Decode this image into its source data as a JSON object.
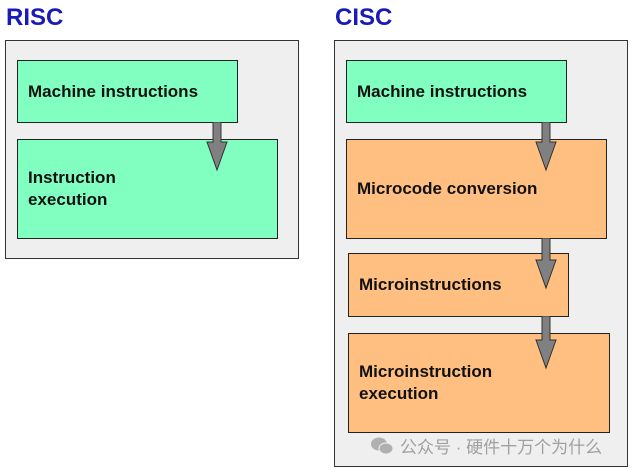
{
  "risc": {
    "title": "RISC",
    "boxes": [
      {
        "label": "Machine instructions",
        "color": "#80ffc0"
      },
      {
        "label": "Instruction\nexecution",
        "color": "#80ffc0"
      }
    ]
  },
  "cisc": {
    "title": "CISC",
    "boxes": [
      {
        "label": "Machine instructions",
        "color": "#80ffc0"
      },
      {
        "label": "Microcode conversion",
        "color": "#ffbf80"
      },
      {
        "label": "Microinstructions",
        "color": "#ffbf80"
      },
      {
        "label": "Microinstruction\nexecution",
        "color": "#ffbf80"
      }
    ]
  },
  "watermark": {
    "icon": "wechat-icon",
    "text": "公众号 · 硬件十万个为什么"
  },
  "colors": {
    "title": "#1a1ab8",
    "panel": "#efefef",
    "arrow": "#808080"
  }
}
